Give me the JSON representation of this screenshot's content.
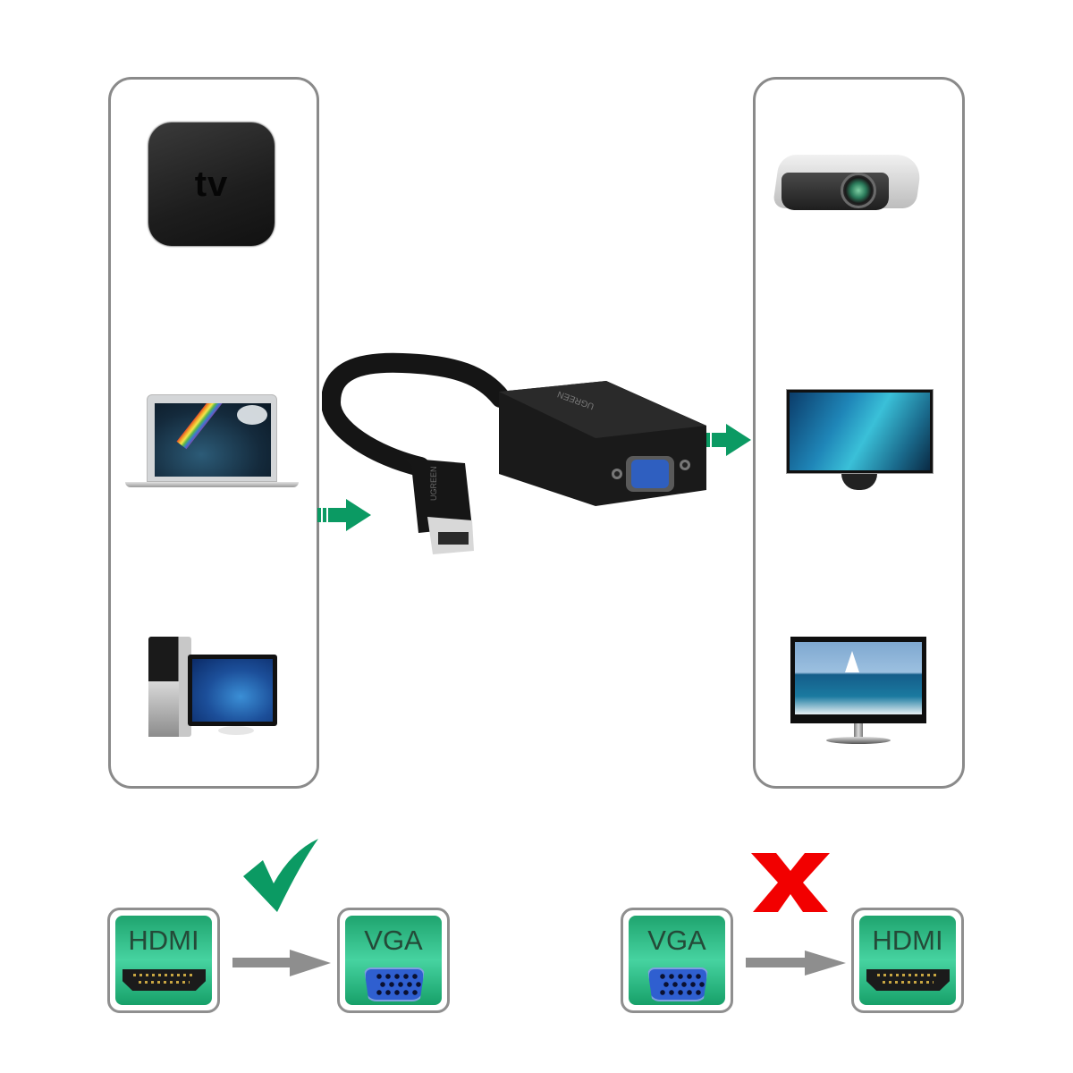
{
  "sources_panel": {
    "devices": [
      {
        "name": "Apple TV",
        "logo_text": " tv",
        "icon": "apple-tv-icon"
      },
      {
        "name": "Laptop",
        "icon": "laptop-icon"
      },
      {
        "name": "Desktop PC",
        "icon": "desktop-pc-icon"
      }
    ]
  },
  "adapter": {
    "brand_label": "UGREEN",
    "input": "HDMI",
    "output": "VGA"
  },
  "displays_panel": {
    "devices": [
      {
        "name": "Projector",
        "icon": "projector-icon"
      },
      {
        "name": "Monitor",
        "icon": "monitor-icon"
      },
      {
        "name": "TV / Monitor",
        "icon": "tv-monitor-icon"
      }
    ]
  },
  "compatibility": {
    "supported": {
      "from": "HDMI",
      "to": "VGA",
      "status_icon": "check-icon",
      "status_color": "#0b9a63"
    },
    "unsupported": {
      "from": "VGA",
      "to": "HDMI",
      "status_icon": "cross-icon",
      "status_color": "#f20000"
    }
  },
  "colors": {
    "flow_arrow": "#0b9a63",
    "panel_border": "#8a8a8a",
    "port_green": "#2fbd86",
    "gray_arrow": "#8e8e8e"
  }
}
